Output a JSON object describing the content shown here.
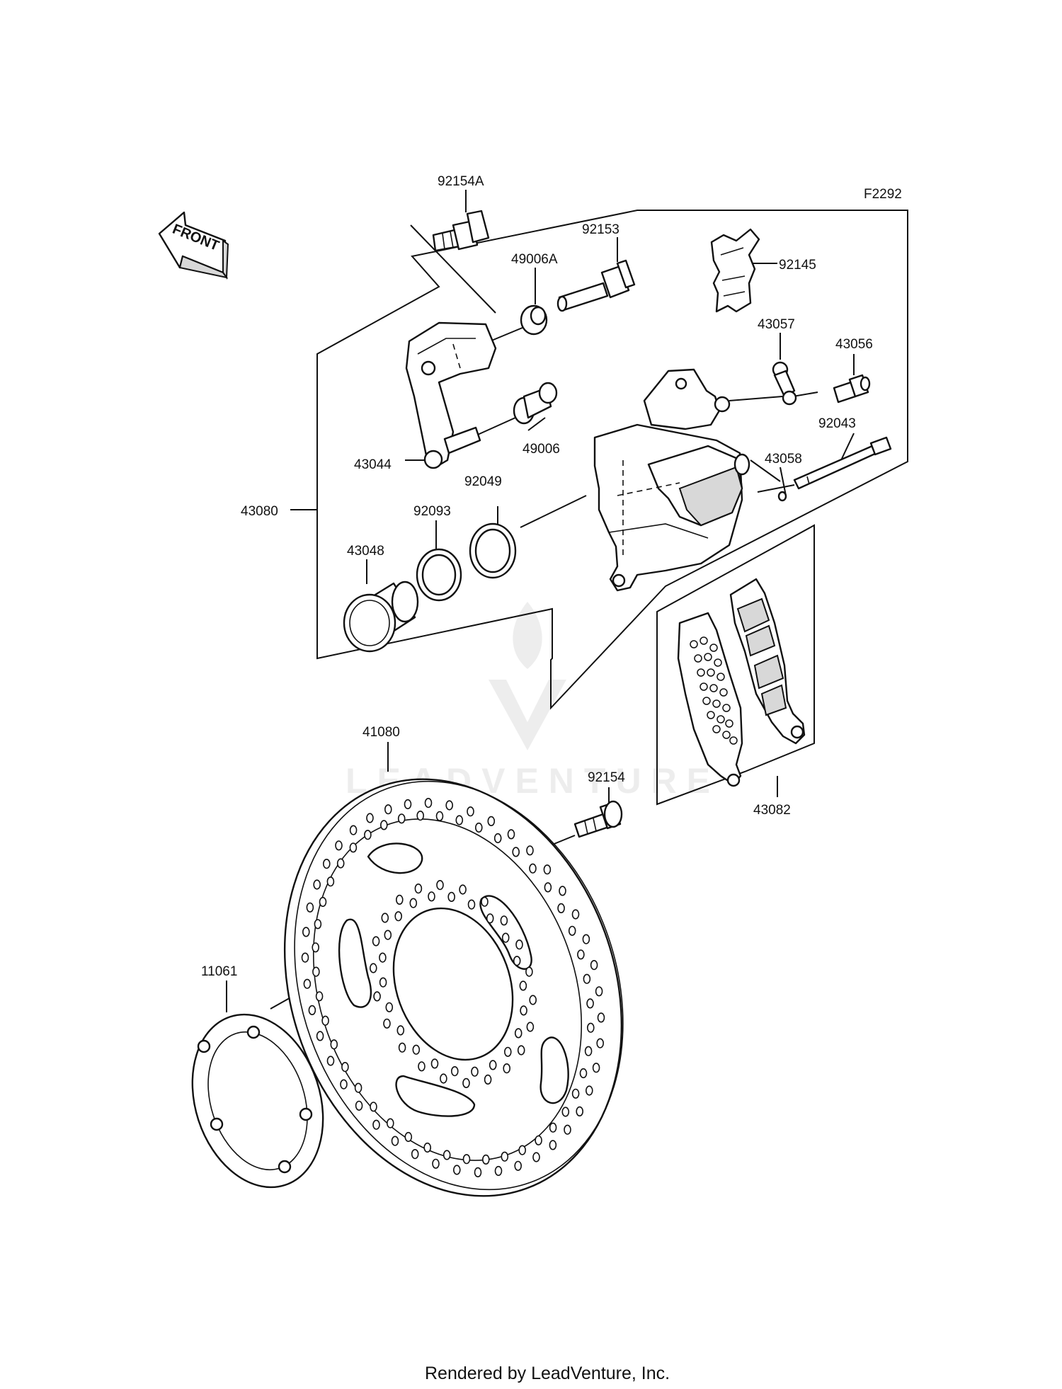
{
  "diagram": {
    "code": "F2292",
    "front_label": "FRONT",
    "footer": "Rendered by LeadVenture, Inc.",
    "watermark": "LEADVENTURE",
    "parts": {
      "p92154A": "92154A",
      "p92153": "92153",
      "p49006A": "49006A",
      "p92145": "92145",
      "p43057": "43057",
      "p43056": "43056",
      "p92043": "92043",
      "p43058": "43058",
      "p43044": "43044",
      "p49006": "49006",
      "p43080": "43080",
      "p92049": "92049",
      "p92093": "92093",
      "p43048": "43048",
      "p41080": "41080",
      "p92154": "92154",
      "p43082": "43082",
      "p11061": "11061"
    }
  }
}
